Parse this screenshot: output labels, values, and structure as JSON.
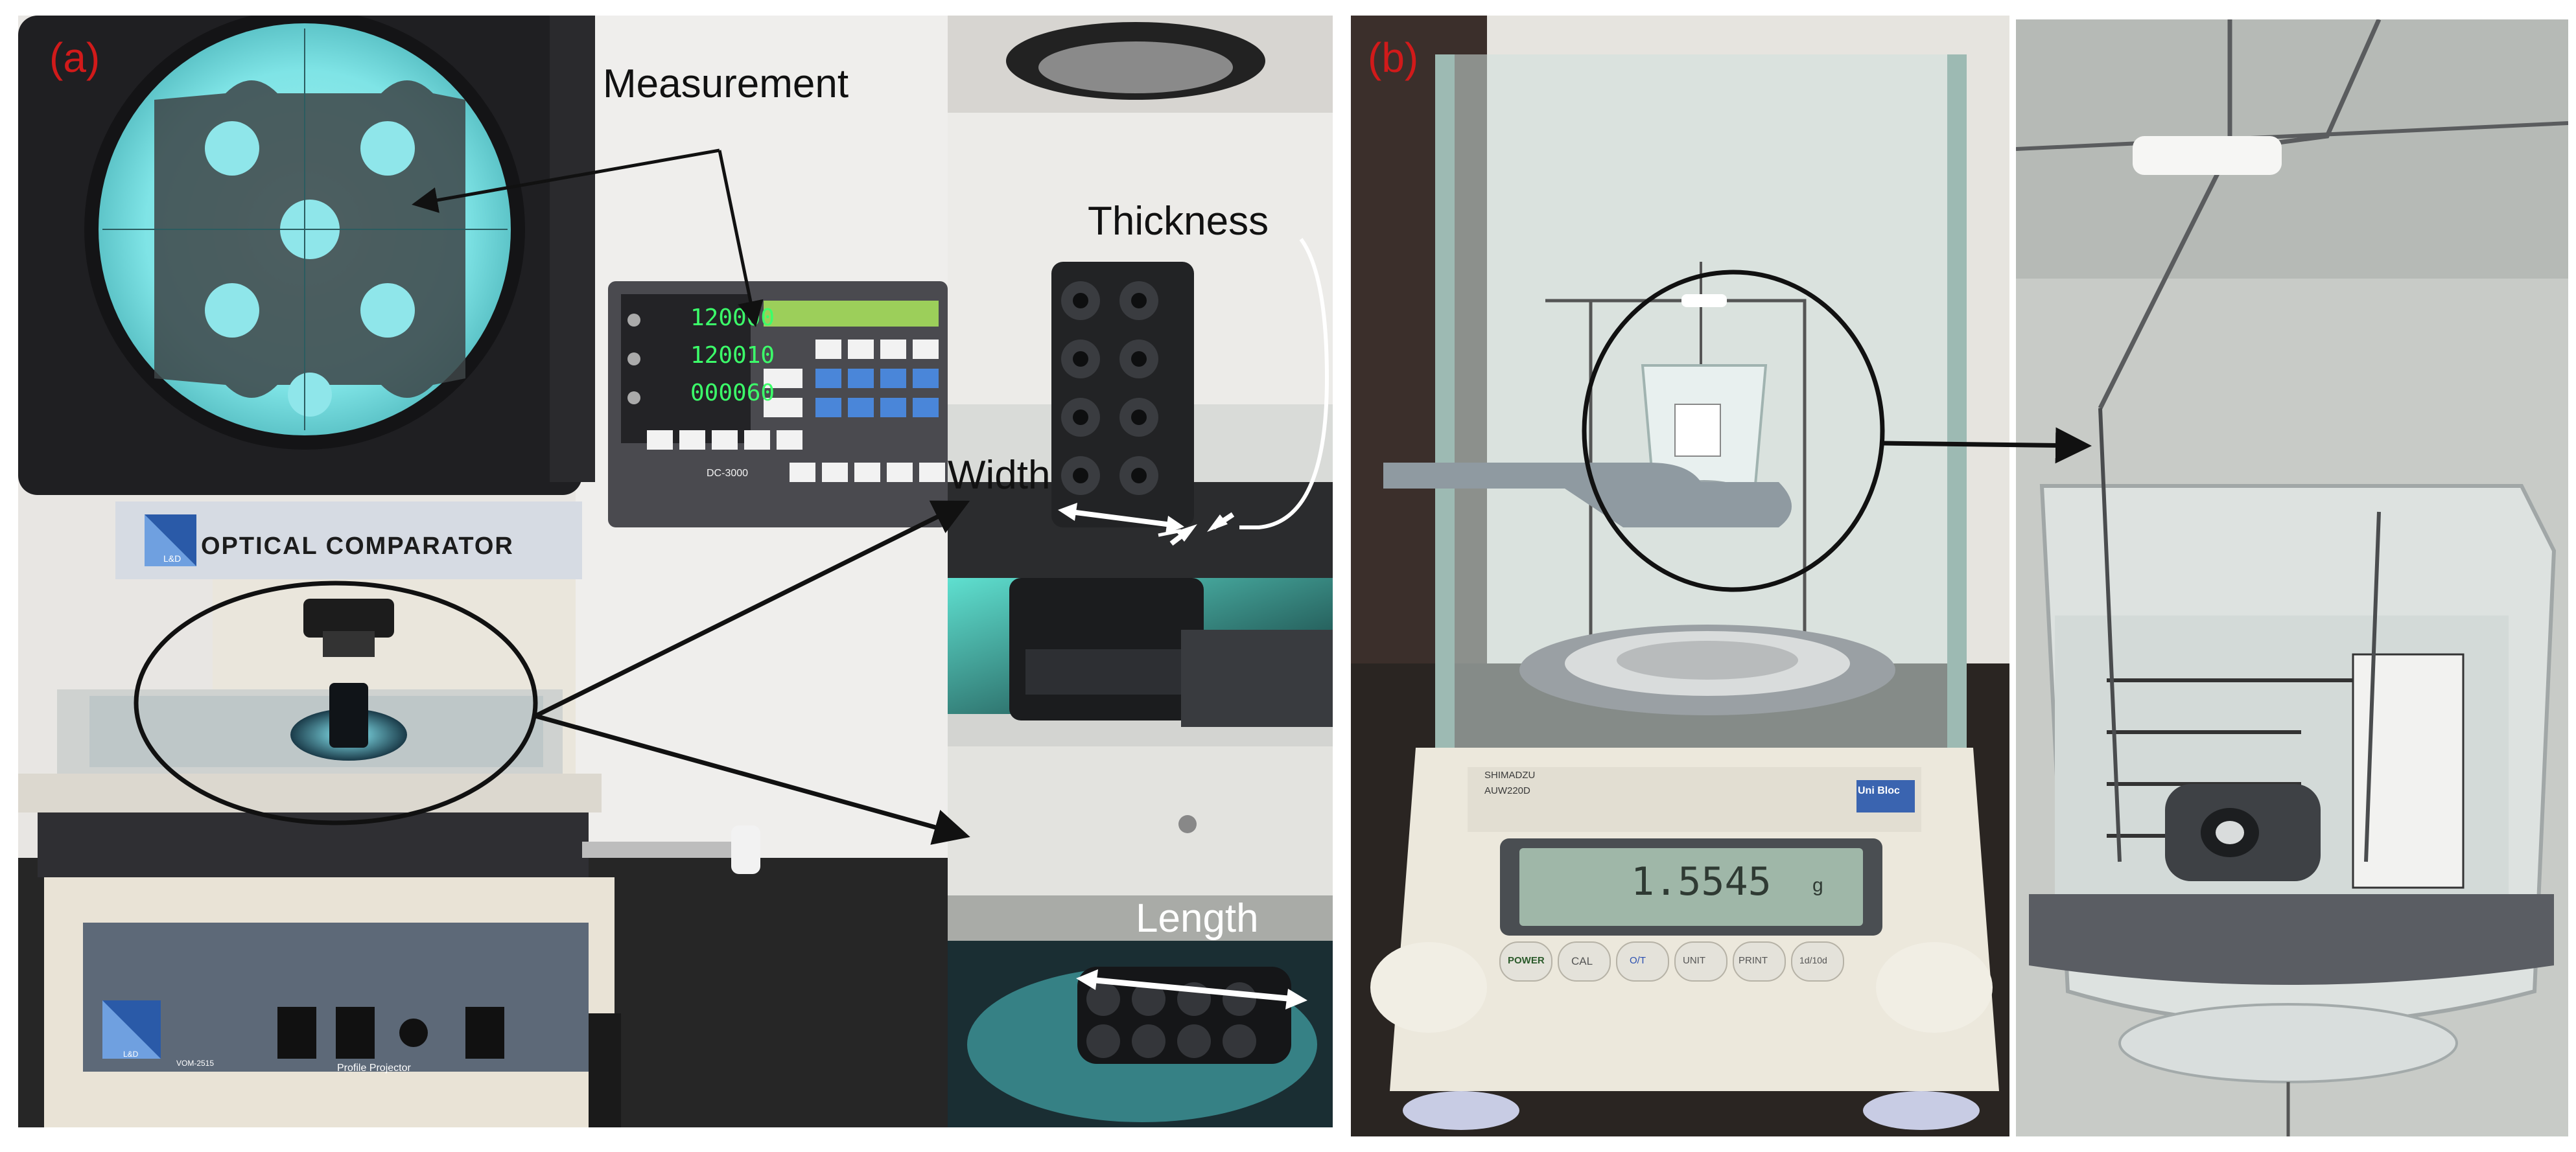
{
  "panel_labels": {
    "a": "(a)",
    "b": "(b)"
  },
  "annotations": {
    "measurement": "Measurement",
    "thickness": "Thickness",
    "width": "Width",
    "length": "Length"
  },
  "equipment": {
    "comparator_brand_plate": "OPTICAL COMPARATOR",
    "comparator_logo": "L&D",
    "comparator_model": "VOM-2515",
    "comparator_subtitle": "Profile Projector",
    "readout_model": "DC-3000",
    "readout_values": [
      "120000",
      "120010",
      "000060"
    ],
    "balance_brand": "SHIMADZU",
    "balance_model": "AUW220D",
    "balance_display": "1.5545",
    "balance_unit": "g",
    "balance_badge": "Uni Bloc",
    "balance_buttons": [
      "POWER",
      "CAL",
      "O/T",
      "UNIT",
      "PRINT",
      "1d/10d"
    ]
  },
  "colors": {
    "panel_label": "#d11a1a",
    "screen_glow": "#7fe4e6",
    "readout_led": "#3cff6a",
    "comparator_body": "#e9e3d6",
    "bench": "#262626",
    "balance_body": "#ece8dc",
    "glass_tint": "#cfe0dc"
  }
}
